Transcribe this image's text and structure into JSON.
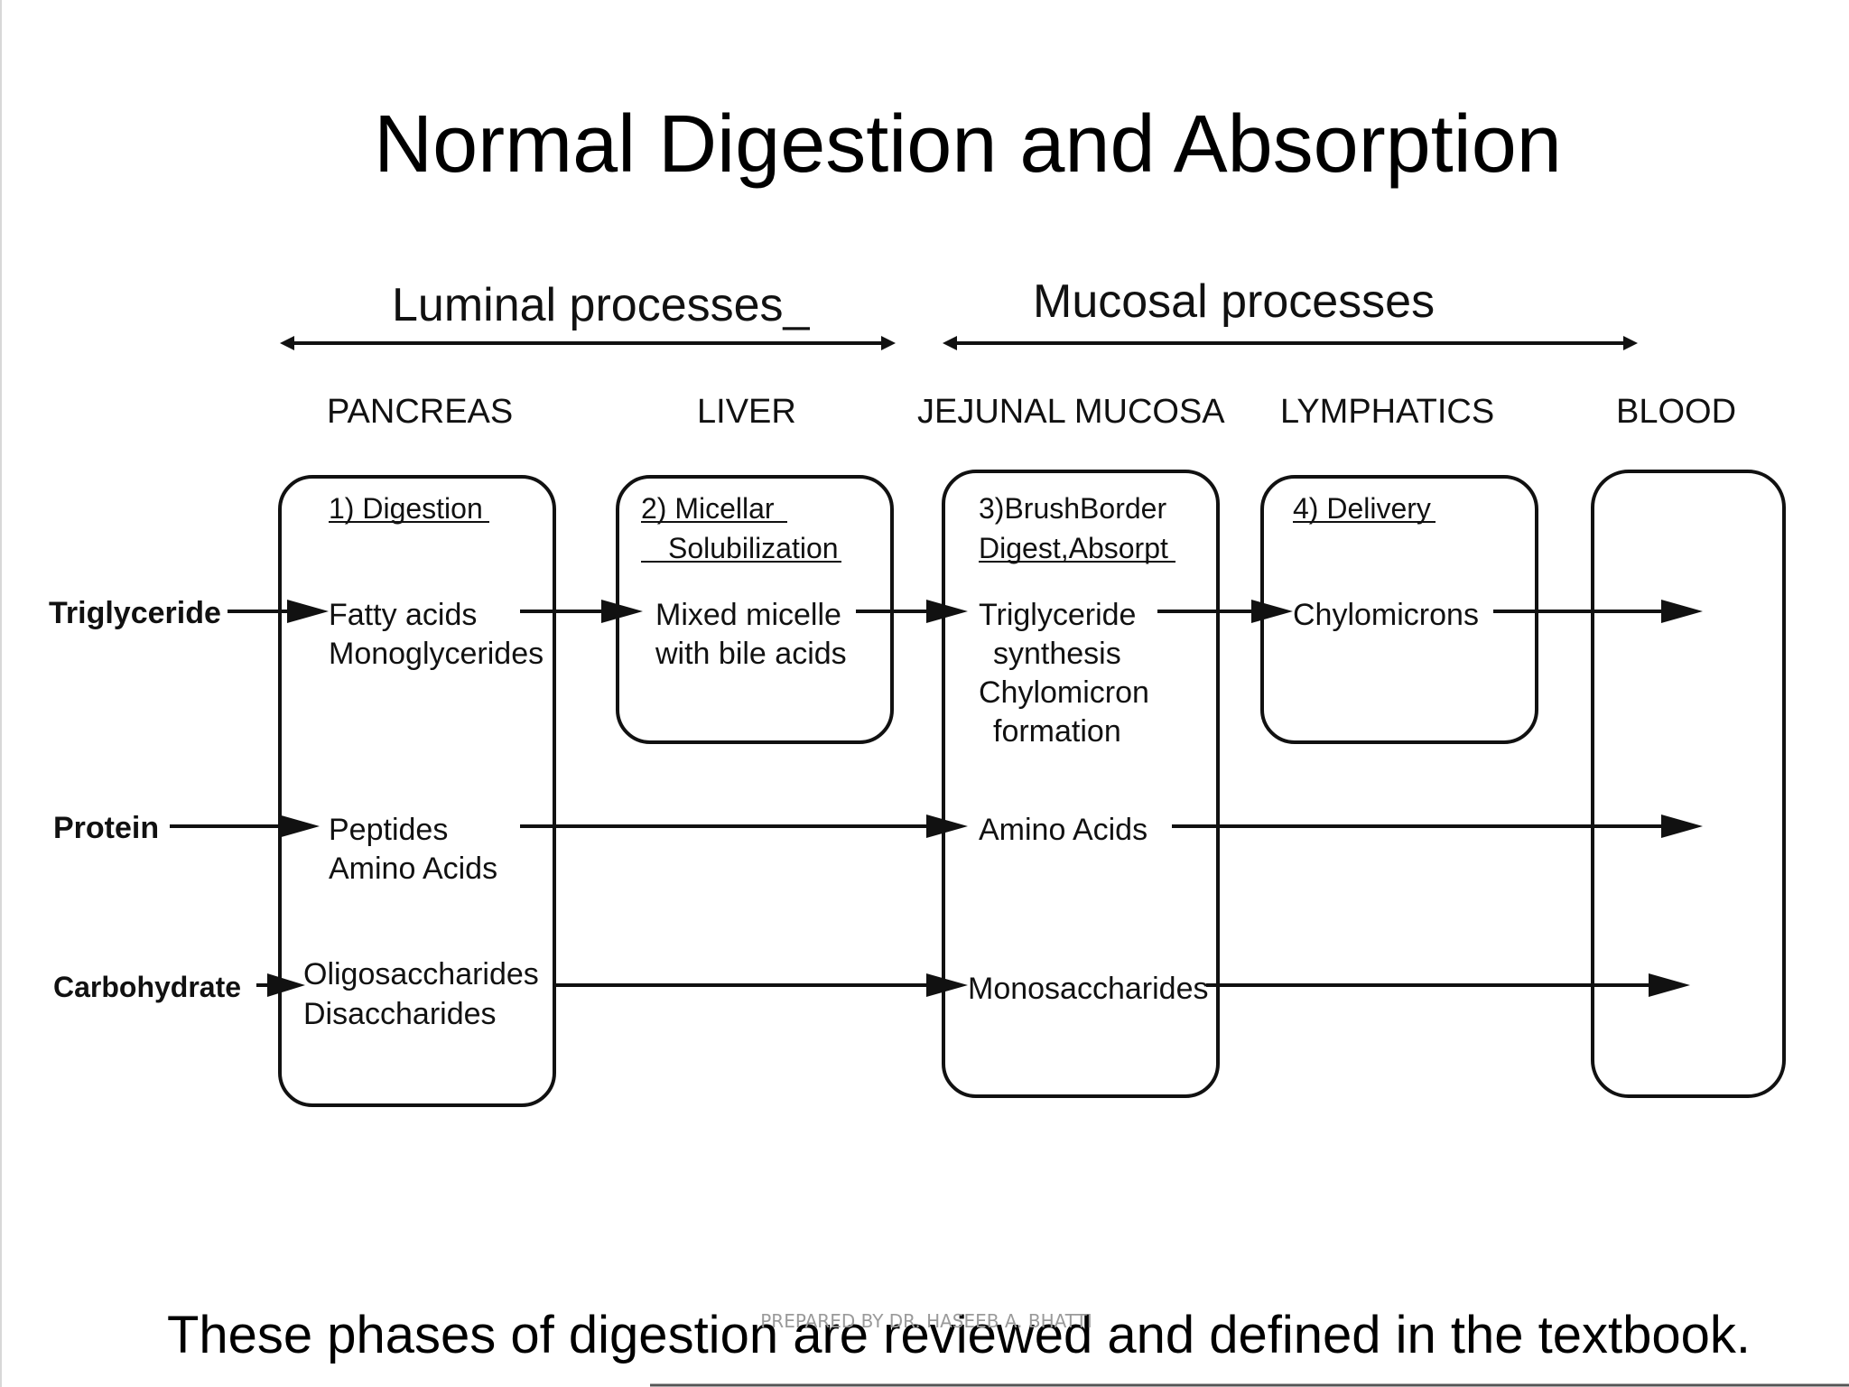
{
  "slide": {
    "title": "Normal Digestion and Absorption",
    "caption": "These phases of digestion are reviewed and defined in the textbook.",
    "watermark": "PREPARED BY DR. HASEEB A. BHATTI"
  },
  "process_groups": {
    "luminal": "Luminal processes_",
    "mucosal": "Mucosal processes"
  },
  "columns": {
    "pancreas": "PANCREAS",
    "liver": "LIVER",
    "jejunal_mucosa": "JEJUNAL MUCOSA",
    "lymphatics": "LYMPHATICS",
    "blood": "BLOOD"
  },
  "stages": {
    "digestion": "1) Digestion",
    "micellar_1": "2) Micellar",
    "micellar_2": "Solubilization",
    "brushborder_1": "3)BrushBorder",
    "brushborder_2": "Digest,Absorpt",
    "delivery": "4) Delivery"
  },
  "nutrients": {
    "triglyceride": "Triglyceride",
    "protein": "Protein",
    "carbohydrate": "Carbohydrate"
  },
  "products": {
    "fatty_acids": "Fatty acids",
    "monoglycerides": "Monoglycerides",
    "mixed_micelle": "Mixed micelle",
    "with_bile_acids": "with bile acids",
    "tg_synthesis_1": "Triglyceride",
    "tg_synthesis_2": "synthesis",
    "chylo_formation_1": "Chylomicron",
    "chylo_formation_2": "formation",
    "chylomicrons": "Chylomicrons",
    "peptides": "Peptides",
    "amino_acids_pancreas": "Amino Acids",
    "amino_acids_mucosa": "Amino Acids",
    "oligosaccharides": "Oligosaccharides",
    "disaccharides": "Disaccharides",
    "monosaccharides": "Monosaccharides"
  }
}
